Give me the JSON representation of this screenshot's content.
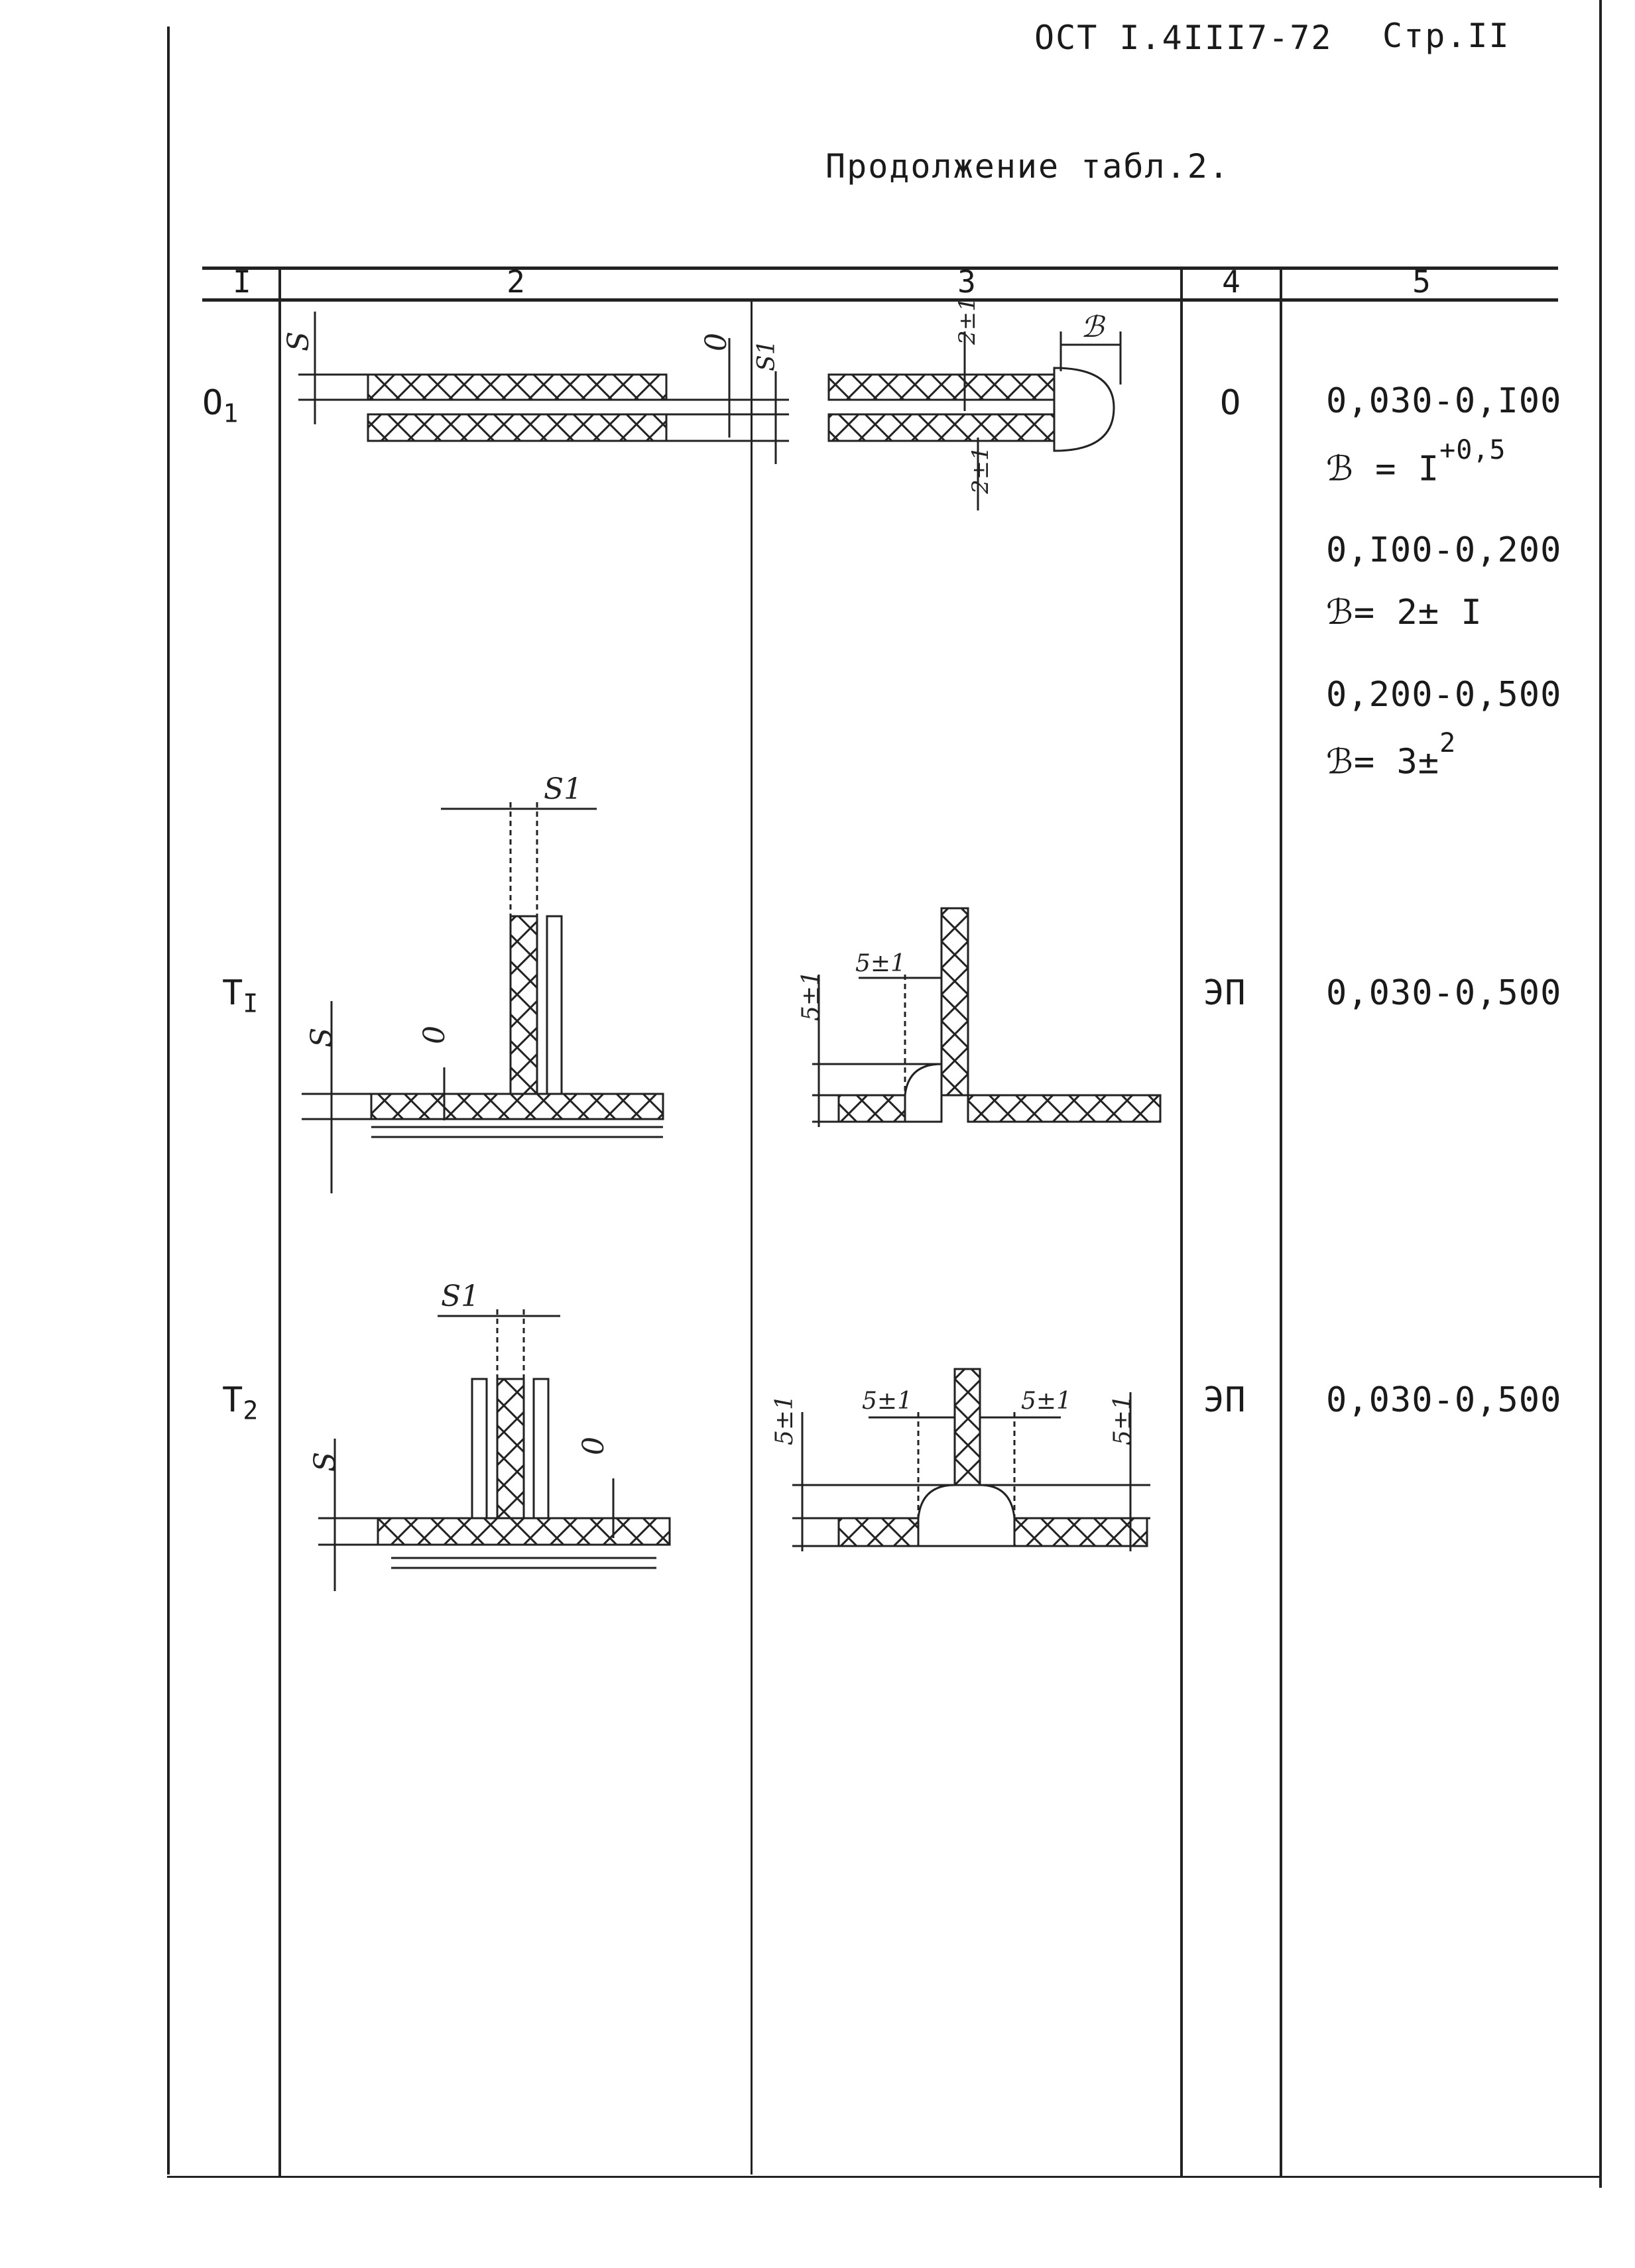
{
  "header": {
    "standard": "ОСТ I.4III7-72",
    "page": "Стр.II"
  },
  "caption": "Продолжение табл.2.",
  "table": {
    "column_numbers": [
      "I",
      "2",
      "3",
      "4",
      "5"
    ],
    "rows": [
      {
        "code_main": "O",
        "code_sub": "1",
        "method": "О",
        "values": [
          {
            "range": "0,030-0,I00",
            "formula": "ℬ = I",
            "sup": "+0,5"
          },
          {
            "range": "0,I00-0,200",
            "formula": "ℬ= 2± I",
            "sup": ""
          },
          {
            "range": "0,200-0,500",
            "formula": "ℬ= 3±",
            "sup": "2"
          }
        ]
      },
      {
        "code_main": "T",
        "code_sub": "I",
        "method": "ЭП",
        "values": [
          {
            "range": "0,030-0,500"
          }
        ]
      },
      {
        "code_main": "T",
        "code_sub": "2",
        "method": "ЭП",
        "values": [
          {
            "range": "0,030-0,500"
          }
        ]
      }
    ]
  },
  "labels": {
    "s": "S",
    "s1": "S1",
    "gap": "0",
    "b": "ℬ",
    "tol_2": "2±1",
    "tol_5": "5±1"
  }
}
